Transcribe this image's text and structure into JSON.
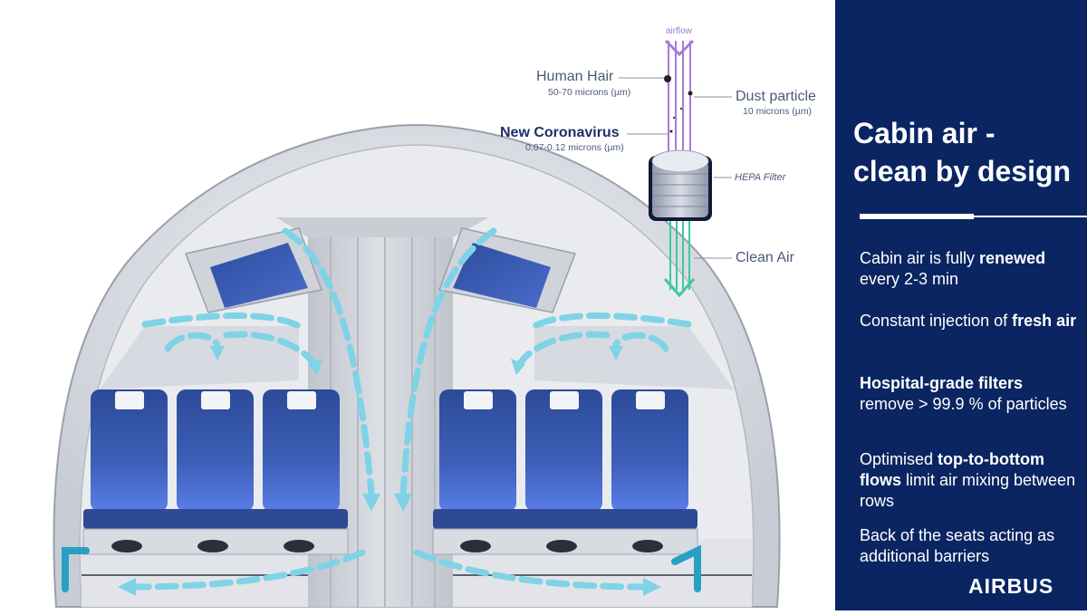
{
  "diagram": {
    "airflow_label": "airflow",
    "human_hair": {
      "label": "Human Hair",
      "size": "50-70 microns (µm)"
    },
    "dust": {
      "label": "Dust particle",
      "size": "10 microns (µm)"
    },
    "virus": {
      "label": "New Coronavirus",
      "size": "0.07-0.12 microns (µm)"
    },
    "filter_label": "HEPA Filter",
    "clean_air_label": "Clean Air"
  },
  "panel": {
    "title_line1": "Cabin air -",
    "title_line2": "clean by design",
    "points": [
      {
        "pre": "Cabin air is fully ",
        "bold": "renewed",
        "post": " every 2-3 min"
      },
      {
        "pre": "Constant injection of ",
        "bold": "fresh air",
        "post": ""
      },
      {
        "pre": "",
        "bold": "Hospital-grade filters",
        "post": " remove > 99.9 % of particles"
      },
      {
        "pre": "Optimised ",
        "bold": "top-to-bottom flows",
        "post": " limit air mixing between rows"
      },
      {
        "pre": "Back of the seats acting as additional barriers",
        "bold": "",
        "post": ""
      }
    ],
    "logo": "AIRBUS"
  },
  "colors": {
    "panel_bg": "#0a2561",
    "seat_blue": "#3556a8",
    "airflow_arrow": "#7fd3e6",
    "filter_arrow": "#3dc9a0",
    "particle_lines": "#a67ad6"
  }
}
